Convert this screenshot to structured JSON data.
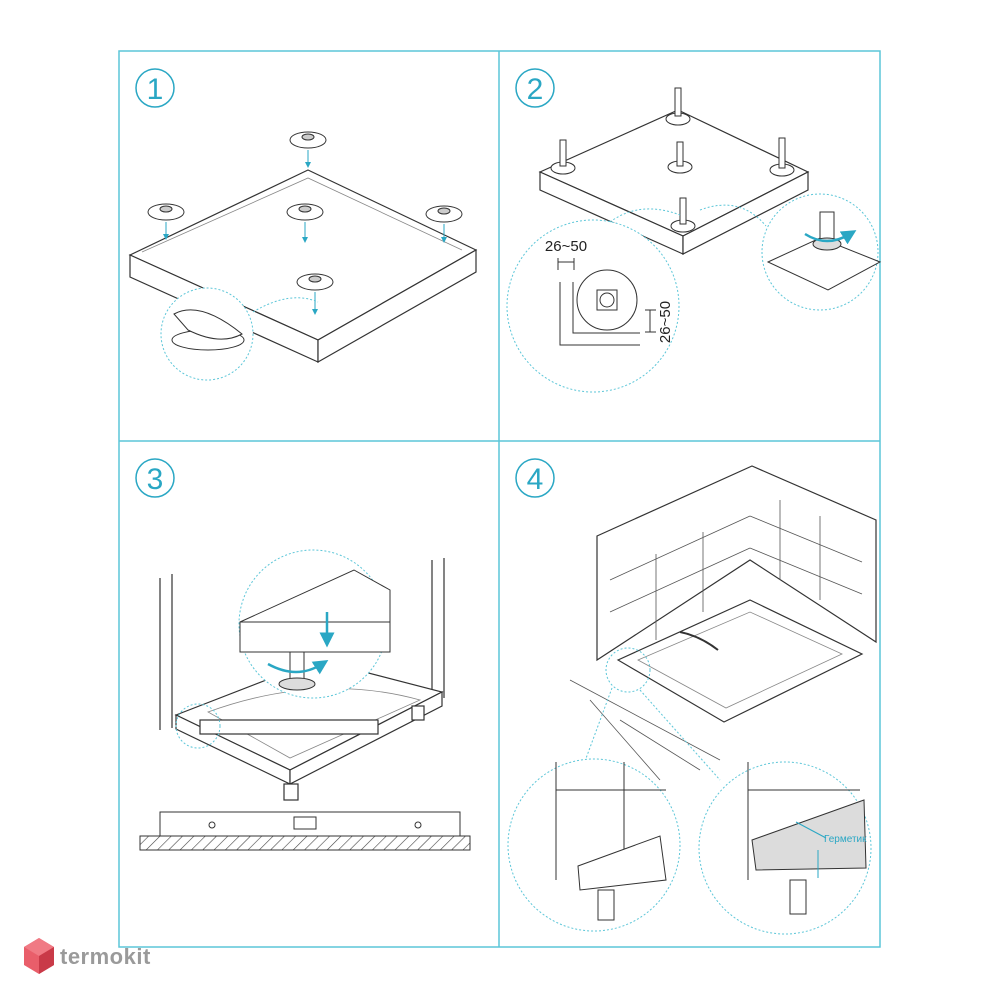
{
  "steps": [
    "1",
    "2",
    "3",
    "4"
  ],
  "dimensions": {
    "horizontal": "26~50",
    "vertical": "26~50"
  },
  "sealant_label": "Герметик",
  "brand": {
    "name": "termokit",
    "logo_color": "#e74c5a"
  },
  "colors": {
    "frame": "#5cc6d8",
    "accent": "#2aa7c4",
    "line": "#333333"
  }
}
